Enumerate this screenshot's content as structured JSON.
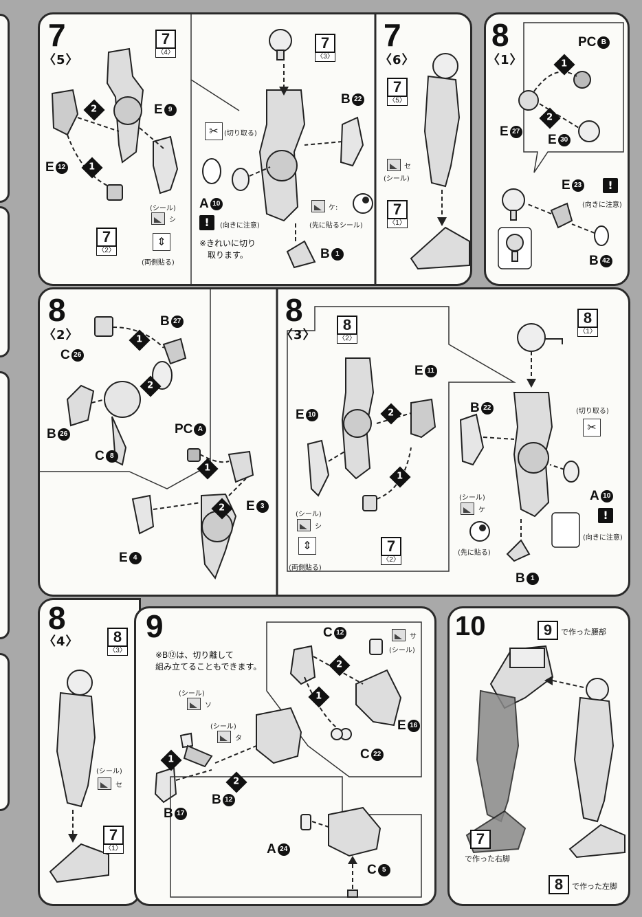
{
  "steps": {
    "s7_5": {
      "num": "7",
      "sub": "〈5〉"
    },
    "s7_6": {
      "num": "7",
      "sub": "〈6〉"
    },
    "s8_1": {
      "num": "8",
      "sub": "〈1〉"
    },
    "s8_2": {
      "num": "8",
      "sub": "〈2〉"
    },
    "s8_3": {
      "num": "8",
      "sub": "〈3〉"
    },
    "s8_4": {
      "num": "8",
      "sub": "〈4〉"
    },
    "s9": {
      "num": "9"
    },
    "s10": {
      "num": "10"
    }
  },
  "refs": {
    "r7_4": {
      "n": "7",
      "s": "〈4〉"
    },
    "r7_3": {
      "n": "7",
      "s": "〈3〉"
    },
    "r7_2a": {
      "n": "7",
      "s": "〈2〉"
    },
    "r7_5": {
      "n": "7",
      "s": "〈5〉"
    },
    "r7_1a": {
      "n": "7",
      "s": "〈1〉"
    },
    "r8_2": {
      "n": "8",
      "s": "〈2〉"
    },
    "r8_1": {
      "n": "8",
      "s": "〈1〉"
    },
    "r7_2b": {
      "n": "7",
      "s": "〈2〉"
    },
    "r8_3": {
      "n": "8",
      "s": "〈3〉"
    },
    "r7_1b": {
      "n": "7",
      "s": "〈1〉"
    },
    "r9": {
      "n": "9"
    },
    "r7_right": {
      "n": "7"
    },
    "r8_left": {
      "n": "8"
    }
  },
  "parts": {
    "e9": {
      "l": "E",
      "c": "9"
    },
    "e12": {
      "l": "E",
      "c": "12"
    },
    "b22a": {
      "l": "B",
      "c": "22"
    },
    "a10a": {
      "l": "A",
      "c": "10"
    },
    "b1a": {
      "l": "B",
      "c": "1"
    },
    "pcb": {
      "l": "PC",
      "c": "B"
    },
    "e27": {
      "l": "E",
      "c": "27"
    },
    "e30": {
      "l": "E",
      "c": "30"
    },
    "e23": {
      "l": "E",
      "c": "23"
    },
    "b42": {
      "l": "B",
      "c": "42"
    },
    "b27": {
      "l": "B",
      "c": "27"
    },
    "c26": {
      "l": "C",
      "c": "26"
    },
    "b26": {
      "l": "B",
      "c": "26"
    },
    "c8": {
      "l": "C",
      "c": "8"
    },
    "pca": {
      "l": "PC",
      "c": "A"
    },
    "e3": {
      "l": "E",
      "c": "3"
    },
    "e4": {
      "l": "E",
      "c": "4"
    },
    "e11": {
      "l": "E",
      "c": "11"
    },
    "e10": {
      "l": "E",
      "c": "10"
    },
    "b22b": {
      "l": "B",
      "c": "22"
    },
    "a10b": {
      "l": "A",
      "c": "10"
    },
    "b1b": {
      "l": "B",
      "c": "1"
    },
    "c12": {
      "l": "C",
      "c": "12"
    },
    "e16": {
      "l": "E",
      "c": "16"
    },
    "c22": {
      "l": "C",
      "c": "22"
    },
    "b17": {
      "l": "B",
      "c": "17"
    },
    "b12": {
      "l": "B",
      "c": "12"
    },
    "a24": {
      "l": "A",
      "c": "24"
    },
    "c5": {
      "l": "C",
      "c": "5"
    }
  },
  "text": {
    "seal": "(シール)",
    "cut": "(切り取る)",
    "orient": "(向きに注意)",
    "both_sides": "(両側貼る)",
    "first_seal": "(先に貼るシール)",
    "first": "(先に貼る)",
    "cut_note_1": "※きれいに切り",
    "cut_note_2": "取ります。",
    "ke": "ケ:",
    "s9_note_1": "※B⑫は、切り離して",
    "s9_note_2": "組み立てることもできます。",
    "waist": "で作った腰部",
    "right_leg": "で作った右脚",
    "left_leg": "で作った左脚",
    "sticker_shi": "シ",
    "sticker_se": "セ",
    "sticker_ke": "ケ",
    "sticker_sa": "サ",
    "sticker_so": "ソ",
    "sticker_ta": "タ"
  },
  "order": [
    "1",
    "2"
  ]
}
